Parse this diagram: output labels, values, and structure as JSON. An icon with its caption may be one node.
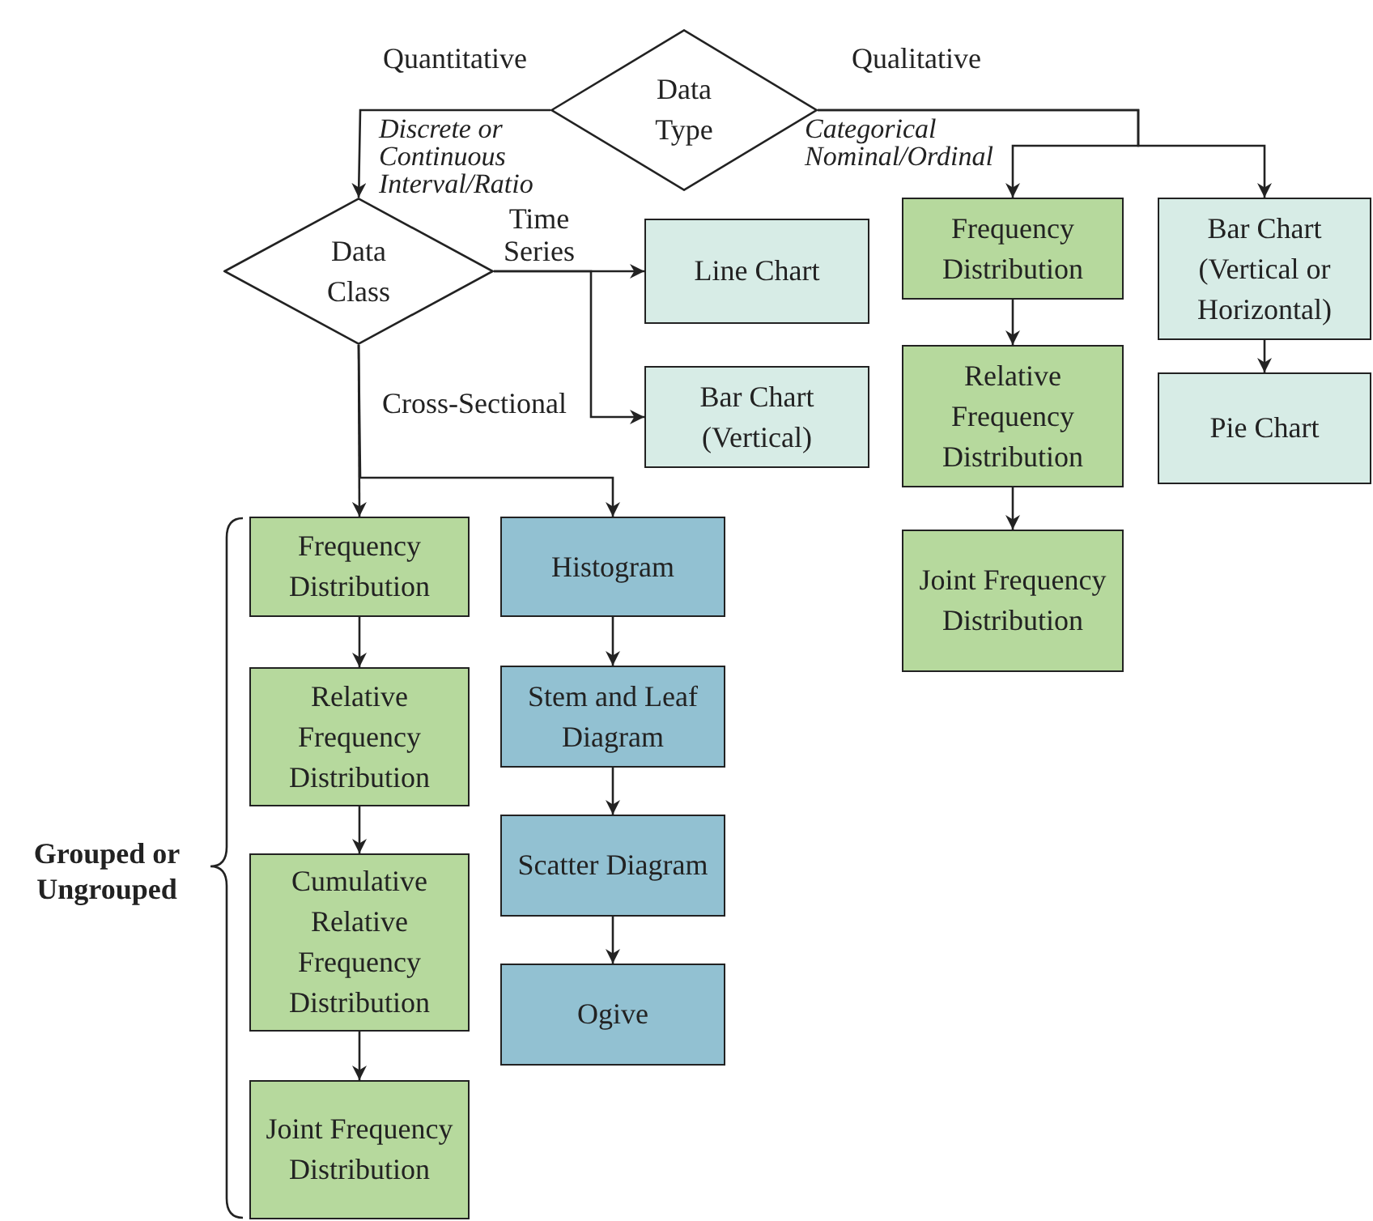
{
  "diagram": {
    "nodes": [
      {
        "text": [
          "Data Type"
        ]
      },
      {
        "text": [
          "Data Class"
        ]
      },
      {
        "text": [
          "Line Chart"
        ]
      },
      {
        "text": [
          "Bar Chart (Vertical)"
        ]
      },
      {
        "text": [
          "Frequency Distribution"
        ]
      },
      {
        "text": [
          "Relative Frequency Distribution"
        ]
      },
      {
        "text": [
          "Joint Frequency Distribution"
        ]
      },
      {
        "text": [
          "Bar Chart (Vertical or Horizontal)"
        ]
      },
      {
        "text": [
          "Pie Chart"
        ]
      },
      {
        "text": [
          "Frequency Distribution"
        ]
      },
      {
        "text": [
          "Relative Frequency Distribution"
        ]
      },
      {
        "text": [
          "Cumulative Relative Frequency Distribution"
        ]
      },
      {
        "text": [
          "Joint Frequency Distribution"
        ]
      },
      {
        "text": [
          "Histogram"
        ]
      },
      {
        "text": [
          "Stem and Leaf Diagram"
        ]
      },
      {
        "text": [
          "Scatter Diagram"
        ]
      },
      {
        "text": [
          "Ogive"
        ]
      }
    ],
    "edges": [
      {
        "from": 0,
        "to": 1,
        "arrow": "to",
        "label": "Quantitative"
      },
      {
        "from": 0,
        "to": 4,
        "arrow": "to",
        "label": "Qualitative"
      },
      {
        "from": 0,
        "to": 7,
        "arrow": "to"
      },
      {
        "from": 1,
        "to": 2,
        "arrow": "to",
        "label": "Time Series"
      },
      {
        "from": 1,
        "to": 3,
        "arrow": "to"
      },
      {
        "from": 1,
        "to": 9,
        "arrow": "to",
        "label": "Cross-Sectional"
      },
      {
        "from": 1,
        "to": 13,
        "arrow": "to"
      },
      {
        "from": 4,
        "to": 5,
        "arrow": "to"
      },
      {
        "from": 5,
        "to": 6,
        "arrow": "to"
      },
      {
        "from": 7,
        "to": 8,
        "arrow": "to"
      },
      {
        "from": 9,
        "to": 10,
        "arrow": "to"
      },
      {
        "from": 10,
        "to": 11,
        "arrow": "to"
      },
      {
        "from": 11,
        "to": 12,
        "arrow": "to"
      },
      {
        "from": 13,
        "to": 14,
        "arrow": "to"
      },
      {
        "from": 14,
        "to": 15,
        "arrow": "to"
      },
      {
        "from": 15,
        "to": 16,
        "arrow": "to"
      }
    ],
    "labels": [
      "Discrete or Continuous Interval/Ratio",
      "Categorical Nominal/Ordinal",
      "Grouped or Ungrouped"
    ]
  }
}
